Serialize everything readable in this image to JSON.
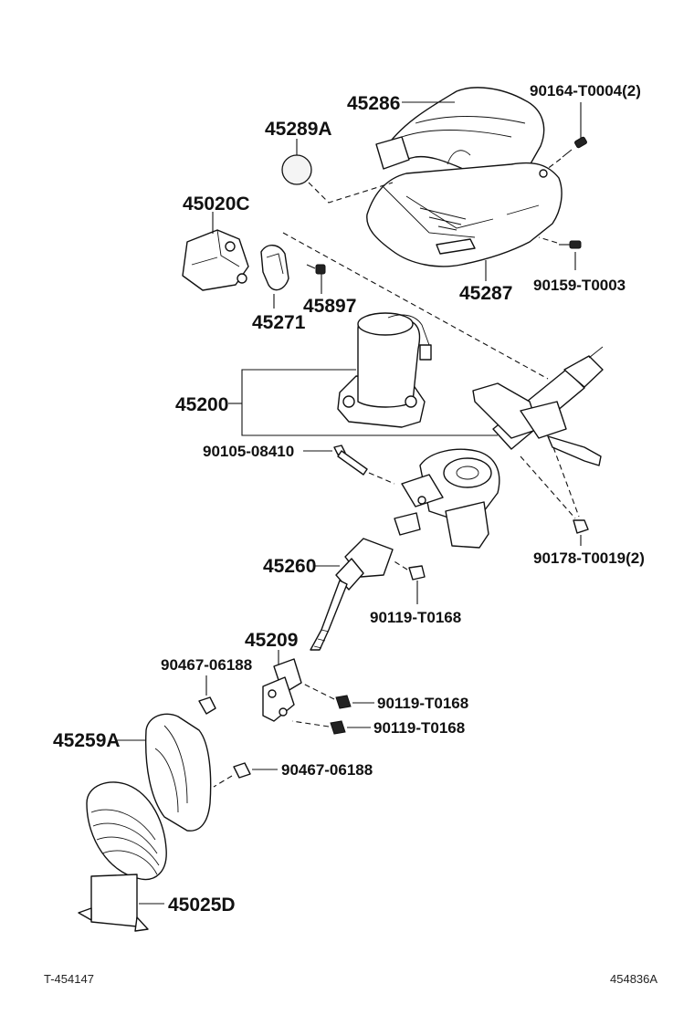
{
  "diagram": {
    "parts": {
      "p45286": "45286",
      "p90164": "90164-T0004(2)",
      "p45289A": "45289A",
      "p45020C": "45020C",
      "p45897": "45897",
      "p45271": "45271",
      "p45287": "45287",
      "p90159": "90159-T0003",
      "p45200": "45200",
      "p90105": "90105-08410",
      "p90178": "90178-T0019(2)",
      "p45260": "45260",
      "p90119_a": "90119-T0168",
      "p45209": "45209",
      "p90467_a": "90467-06188",
      "p90119_b": "90119-T0168",
      "p90119_c": "90119-T0168",
      "p45259A": "45259A",
      "p90467_b": "90467-06188",
      "p45025D": "45025D"
    },
    "footer": {
      "left_code": "T-454147",
      "right_code": "454836A"
    }
  }
}
